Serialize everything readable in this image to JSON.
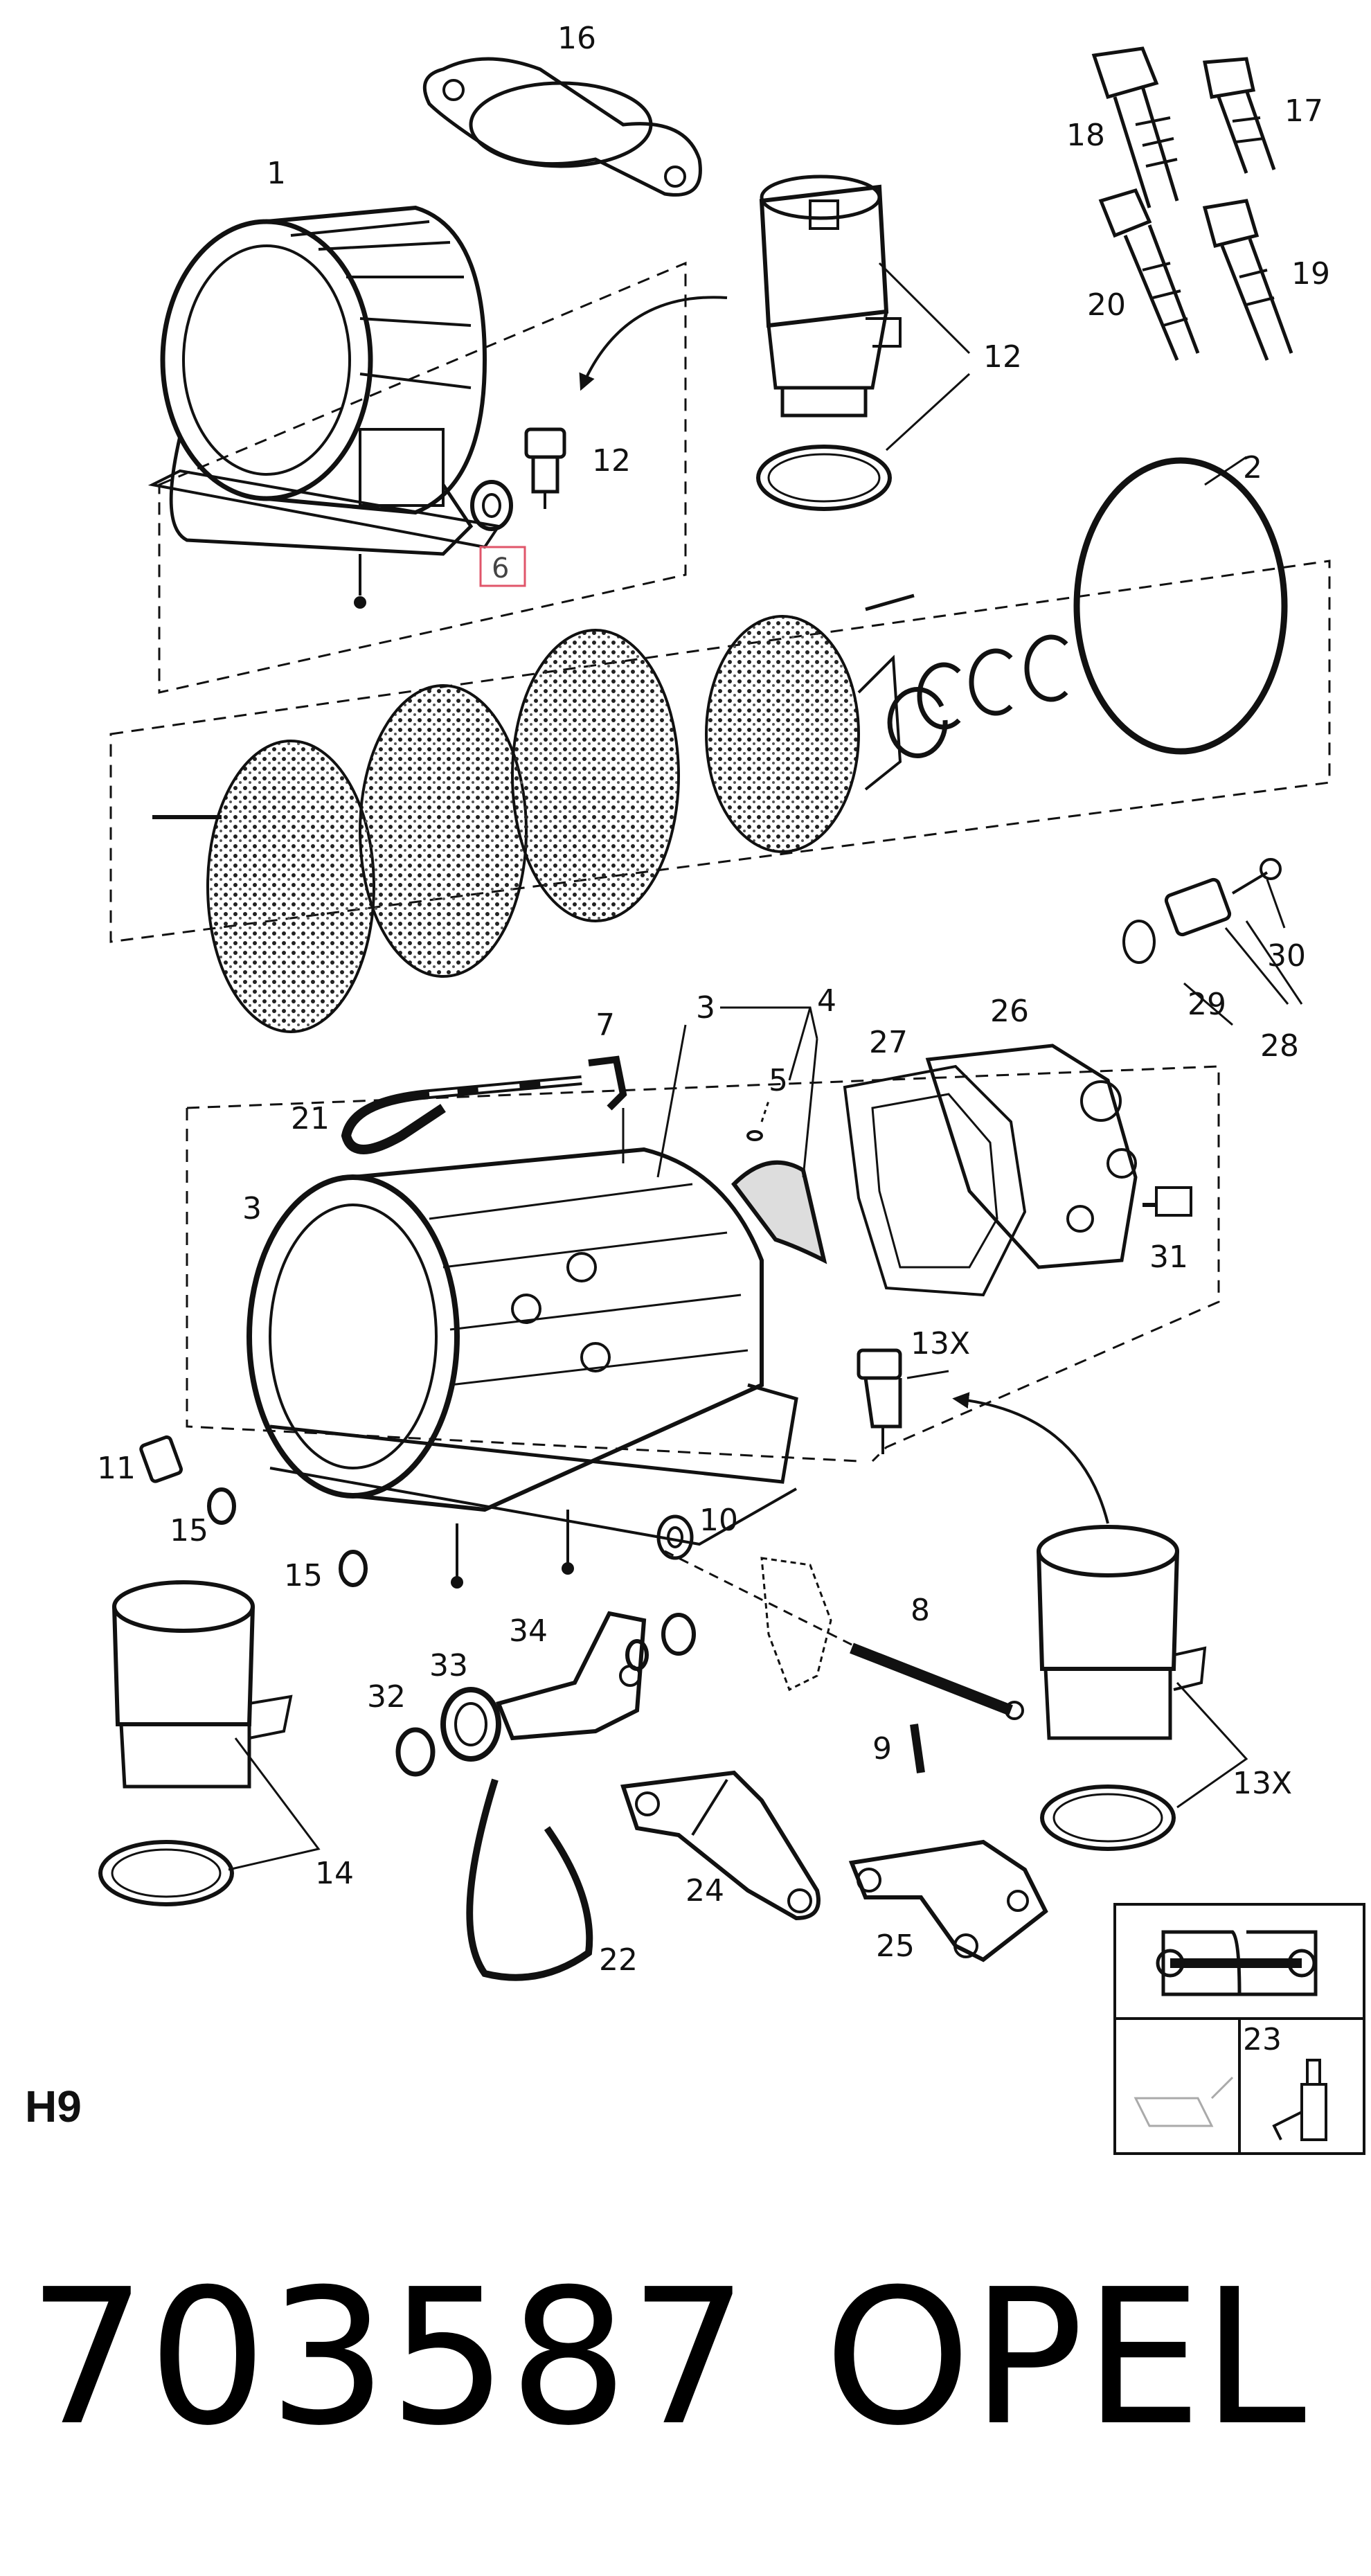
{
  "diagram": {
    "sheet_code": "H9",
    "part_number": "703587",
    "brand": "OPEL",
    "highlight_color": "#e0556a",
    "highlighted_callout": "6",
    "callouts": {
      "c1": "1",
      "c2": "2",
      "c3a": "3",
      "c3b": "3",
      "c4": "4",
      "c5": "5",
      "c6": "6",
      "c7": "7",
      "c8": "8",
      "c9": "9",
      "c10": "10",
      "c11": "11",
      "c12a": "12",
      "c12b": "12",
      "c13a": "13X",
      "c13b": "13X",
      "c14": "14",
      "c15a": "15",
      "c15b": "15",
      "c16": "16",
      "c17": "17",
      "c18": "18",
      "c19": "19",
      "c20": "20",
      "c21": "21",
      "c22": "22",
      "c23": "23",
      "c24": "24",
      "c25": "25",
      "c26": "26",
      "c27": "27",
      "c28": "28",
      "c29": "29",
      "c30": "30",
      "c31": "31",
      "c32": "32",
      "c33": "33",
      "c34": "34"
    }
  }
}
